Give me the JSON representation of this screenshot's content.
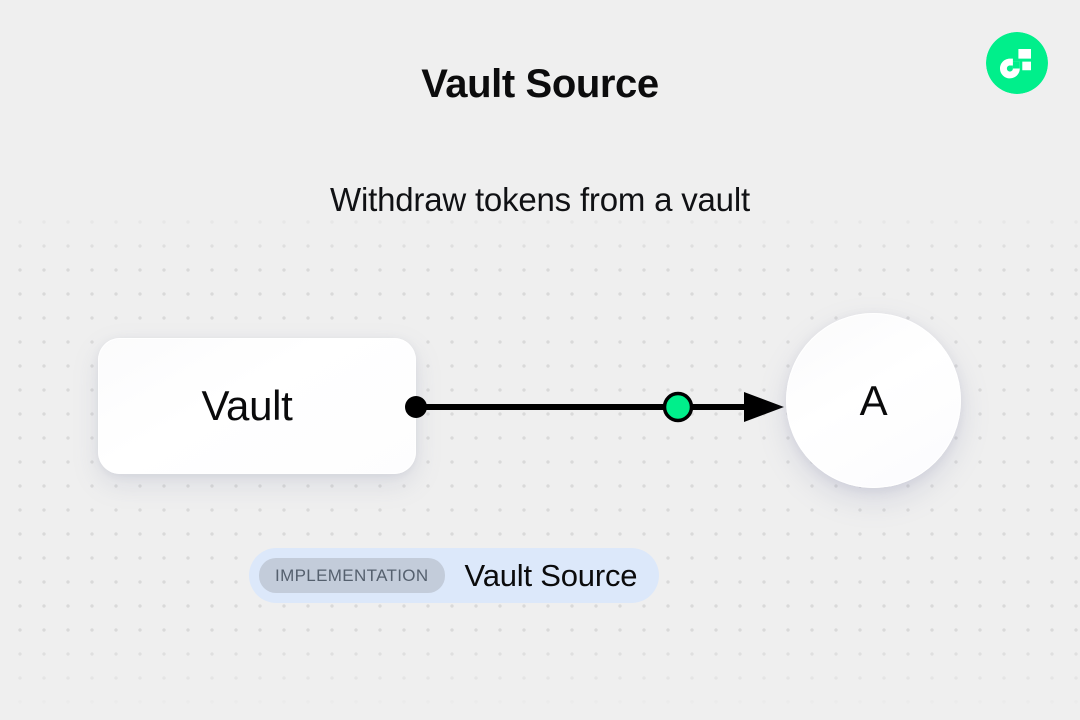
{
  "page": {
    "background_color": "#efefef",
    "title": "Vault Source",
    "subtitle": "Withdraw tokens from a vault"
  },
  "logo": {
    "name": "flow-logo",
    "circle_color": "#00EF8B",
    "mark_color": "#FFFFFF"
  },
  "diagram": {
    "source_node": {
      "label": "Vault",
      "port_color": "#000000"
    },
    "edge": {
      "line_color": "#000000",
      "marker_color": "#00EF8B",
      "marker_border_color": "#000000",
      "arrow_color": "#000000"
    },
    "target_node": {
      "label": "A"
    }
  },
  "badge": {
    "tag_label": "IMPLEMENTATION",
    "name_label": "Vault Source",
    "pill_color": "#dce8fa",
    "tag_color": "#c3ccda",
    "tag_text_color": "#55606e"
  }
}
